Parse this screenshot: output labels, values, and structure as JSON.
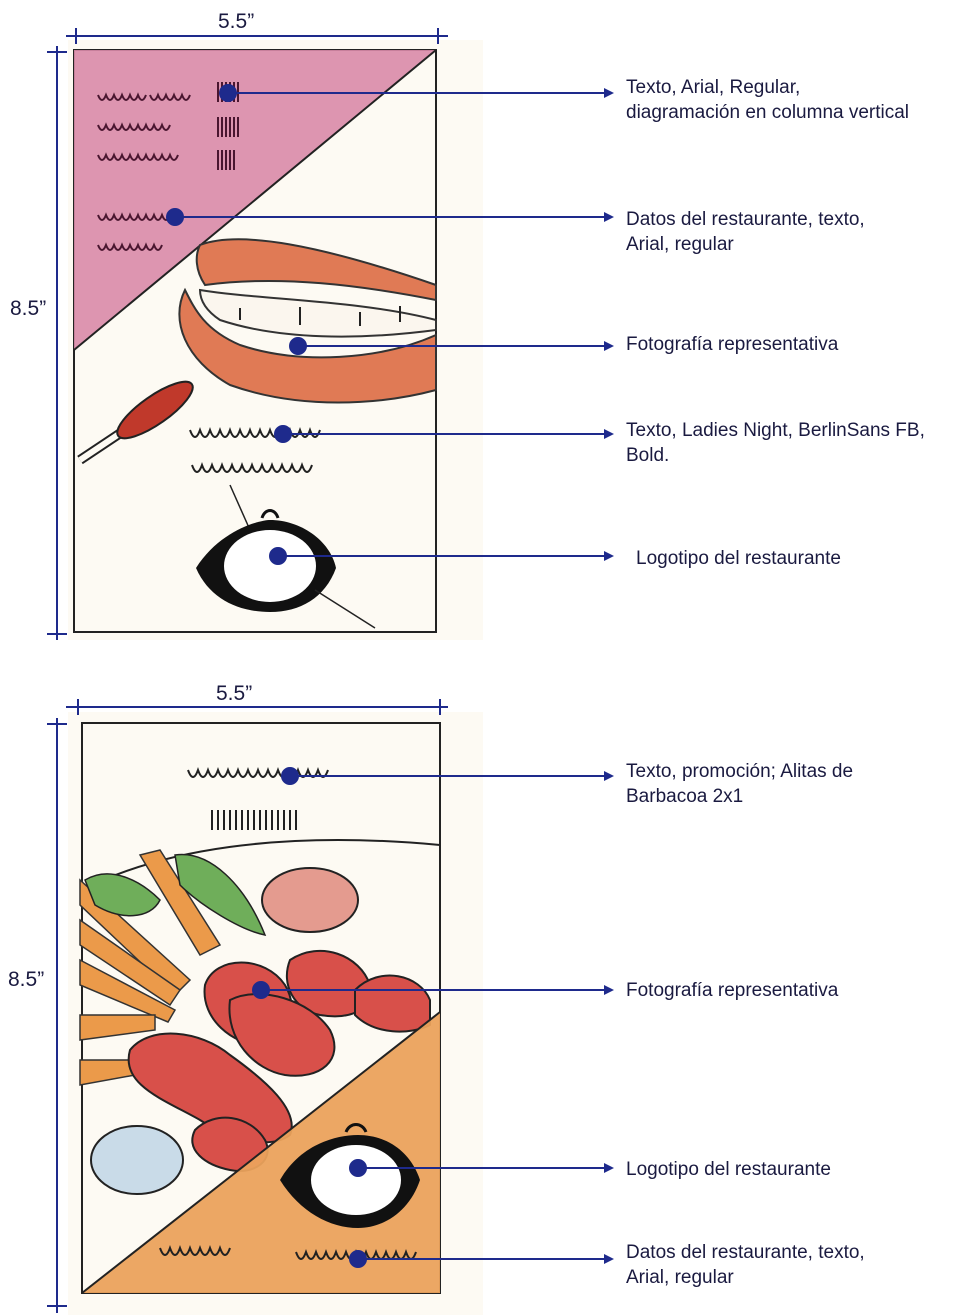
{
  "colors": {
    "accent_blue": "#1e2a8c",
    "pink_triangle": "#d98aa8",
    "orange_triangle": "#eba25c",
    "lips": "#e07a55",
    "meat": "#d8504a",
    "paper": "#fdfaf3"
  },
  "sketch1": {
    "width_label": "5.5”",
    "height_label": "8.5”",
    "annotations": [
      {
        "text": "Texto, Arial, Regular,\ndiagramación en columna vertical"
      },
      {
        "text": "Datos del restaurante, texto,\nArial, regular"
      },
      {
        "text": "Fotografía representativa"
      },
      {
        "text": "Texto, Ladies Night, BerlinSans FB,\nBold."
      },
      {
        "text": "Logotipo del restaurante"
      }
    ]
  },
  "sketch2": {
    "width_label": "5.5”",
    "height_label": "8.5”",
    "annotations": [
      {
        "text": "Texto, promoción; Alitas de\nBarbacoa 2x1"
      },
      {
        "text": "Fotografía representativa"
      },
      {
        "text": "Logotipo del restaurante"
      },
      {
        "text": "Datos del restaurante, texto,\nArial, regular"
      }
    ]
  }
}
